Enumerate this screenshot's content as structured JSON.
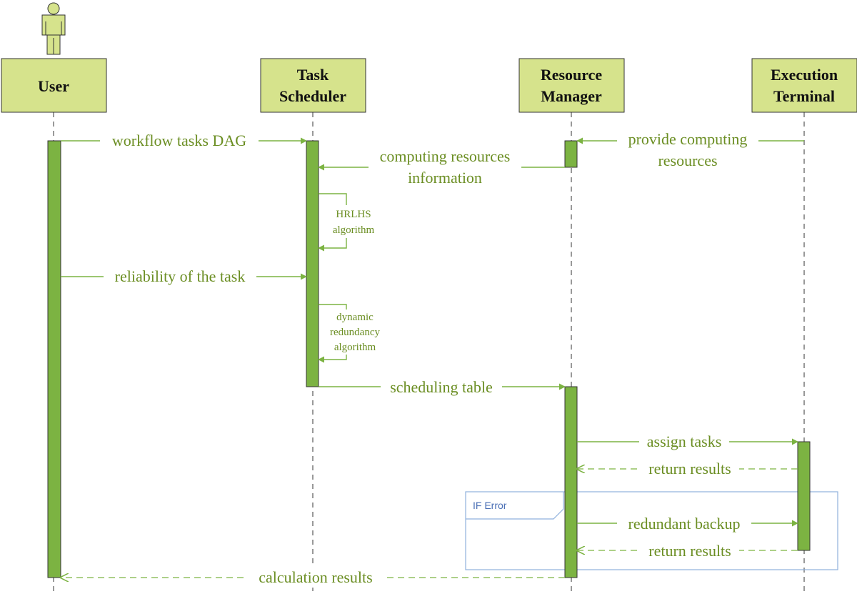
{
  "colors": {
    "participant_fill": "#d6e38c",
    "activation_fill": "#7cb342",
    "message": "#7cb342",
    "label": "#6b8e23",
    "fragment": "#8fb0dd"
  },
  "actor": {
    "icon": "user-figure-icon"
  },
  "participants": [
    {
      "id": "user",
      "lines": [
        "User"
      ]
    },
    {
      "id": "task-scheduler",
      "lines": [
        "Task",
        "Scheduler"
      ]
    },
    {
      "id": "resource-manager",
      "lines": [
        "Resource",
        "Manager"
      ]
    },
    {
      "id": "execution-terminal",
      "lines": [
        "Execution",
        "Terminal"
      ]
    }
  ],
  "fragment": {
    "label": "IF Error"
  },
  "messages": [
    {
      "id": "workflow-tasks-dag",
      "from": "User",
      "to": "Task Scheduler",
      "lines": [
        "workflow tasks DAG"
      ],
      "style": "sync"
    },
    {
      "id": "provide-computing-resources",
      "from": "Execution Terminal",
      "to": "Resource Manager",
      "lines": [
        "provide computing",
        "resources"
      ],
      "style": "sync"
    },
    {
      "id": "computing-resources-information",
      "from": "Resource Manager",
      "to": "Task Scheduler",
      "lines": [
        "computing resources",
        "information"
      ],
      "style": "sync"
    },
    {
      "id": "hrlhs-algorithm",
      "from": "Task Scheduler",
      "to": "Task Scheduler",
      "lines": [
        "HRLHS",
        "algorithm"
      ],
      "style": "self"
    },
    {
      "id": "reliability-of-the-task",
      "from": "User",
      "to": "Task Scheduler",
      "lines": [
        "reliability of the task"
      ],
      "style": "sync"
    },
    {
      "id": "dynamic-redundancy-algorithm",
      "from": "Task Scheduler",
      "to": "Task Scheduler",
      "lines": [
        "dynamic",
        "redundancy",
        "algorithm"
      ],
      "style": "self"
    },
    {
      "id": "scheduling-table",
      "from": "Task Scheduler",
      "to": "Resource Manager",
      "lines": [
        "scheduling table"
      ],
      "style": "sync"
    },
    {
      "id": "assign-tasks",
      "from": "Resource Manager",
      "to": "Execution Terminal",
      "lines": [
        "assign tasks"
      ],
      "style": "sync"
    },
    {
      "id": "return-results-1",
      "from": "Execution Terminal",
      "to": "Resource Manager",
      "lines": [
        "return results"
      ],
      "style": "return"
    },
    {
      "id": "redundant-backup",
      "from": "Resource Manager",
      "to": "Execution Terminal",
      "lines": [
        "redundant backup"
      ],
      "style": "sync"
    },
    {
      "id": "return-results-2",
      "from": "Execution Terminal",
      "to": "Resource Manager",
      "lines": [
        "return results"
      ],
      "style": "return"
    },
    {
      "id": "calculation-results",
      "from": "Resource Manager",
      "to": "User",
      "lines": [
        "calculation results"
      ],
      "style": "return"
    }
  ]
}
